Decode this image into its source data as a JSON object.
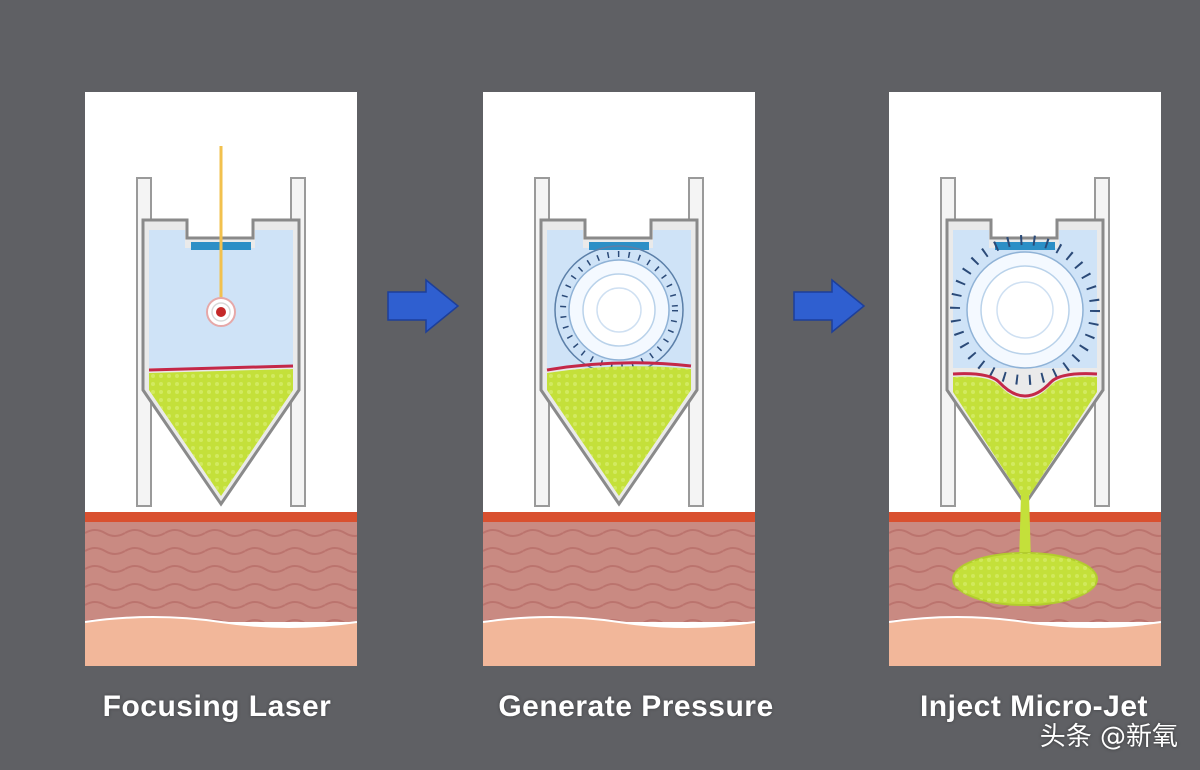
{
  "steps": [
    {
      "label": "Focusing Laser"
    },
    {
      "label": "Generate Pressure"
    },
    {
      "label": "Inject Micro-Jet"
    }
  ],
  "watermark": "头条 @新氧",
  "colors": {
    "background": "#5f6064",
    "panel": "#ffffff",
    "chamber_water": "#cfe3f7",
    "drug_liquid": "#c4e03a",
    "membrane": "#c42848",
    "skin_upper": "#c87f78",
    "skin_lower": "#f2b79a",
    "arrow": "#2f5fd0",
    "laser": "#f2c14e"
  }
}
